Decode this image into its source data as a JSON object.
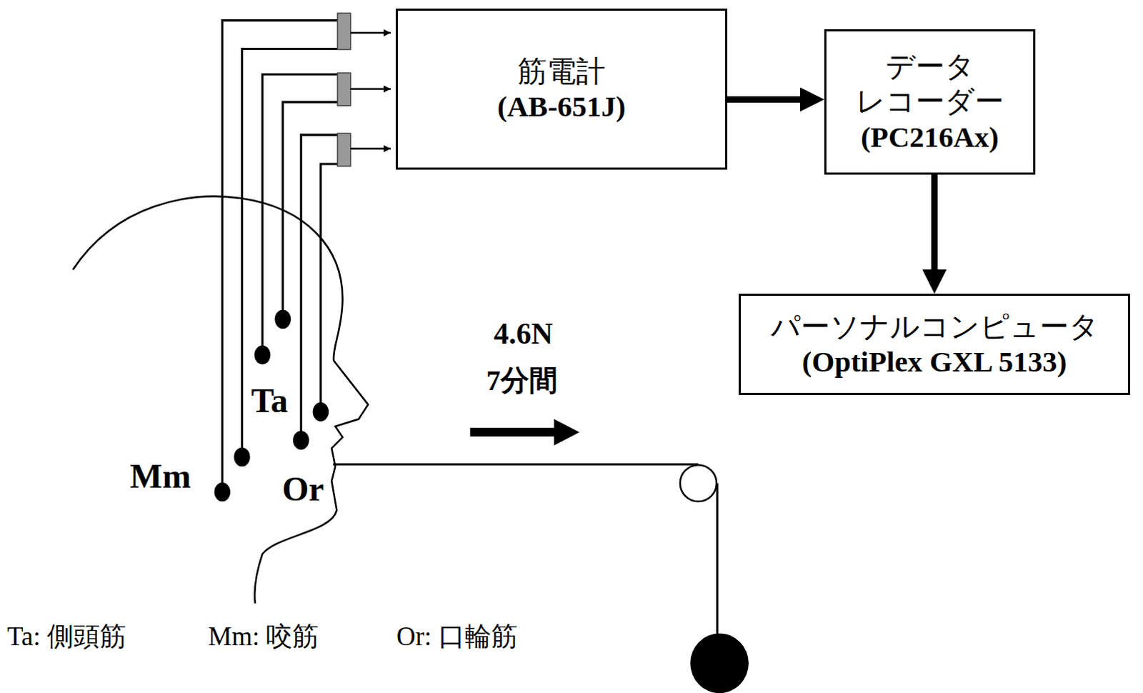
{
  "diagram": {
    "nodes": [
      {
        "text": [
          "筋電計",
          "(AB-651J)"
        ]
      },
      {
        "text": [
          "データ レコーダー",
          "(PC216Ax)"
        ]
      },
      {
        "text": [
          "パーソナルコンピュータ",
          "(OptiPlex GXL 5133)"
        ]
      }
    ],
    "edges": [
      {
        "from": 0,
        "to": 1,
        "arrow": "to"
      },
      {
        "from": 1,
        "to": 2,
        "arrow": "to"
      }
    ],
    "labels": [
      "Ta",
      "Mm",
      "Or",
      "4.6N",
      "7分間",
      "Ta: 側頭筋",
      "Mm: 咬筋",
      "Or: 口輪筋"
    ]
  }
}
